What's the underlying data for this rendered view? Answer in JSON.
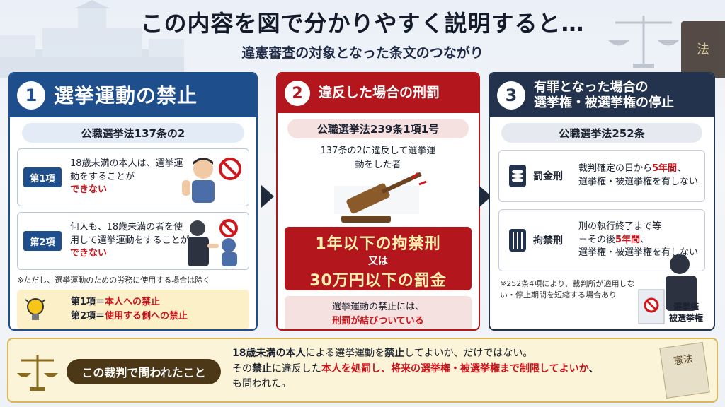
{
  "header": {
    "title": "この内容を図で分かりやすく説明すると…",
    "subtitle": "違憲審査の対象となった条文のつながり",
    "book_label": "法"
  },
  "panel1": {
    "number": "1",
    "title": "選挙運動の禁止",
    "law": "公職選挙法137条の2",
    "clause1": {
      "tag": "第1項",
      "text": "18歳未満の本人は、選挙運動をすることが",
      "emph": "できない"
    },
    "clause2": {
      "tag": "第2項",
      "text": "何人も、18歳未満の者を使用して選挙運動をすることが",
      "emph": "できない"
    },
    "note": "※ただし、選挙運動のための労務に使用する場合は除く",
    "summary": {
      "line1_prefix": "第1項＝",
      "line1_emph": "本人への禁止",
      "line2_prefix": "第2項＝",
      "line2_emph": "使用する側への禁止"
    }
  },
  "panel2": {
    "number": "2",
    "title": "違反した場合の刑罰",
    "law": "公職選挙法239条1項1号",
    "desc": "137条の2に違反して選挙運動をした者",
    "penalty1": "1年以下の拘禁刑",
    "penalty_or": "又は",
    "penalty2": "30万円以下の罰金",
    "bottom1": "選挙運動の禁止には、",
    "bottom2": "刑罰が結びついている"
  },
  "panel3": {
    "number": "3",
    "title_line1": "有罪となった場合の",
    "title_line2": "選挙権・被選挙権の停止",
    "law": "公職選挙法252条",
    "row1": {
      "label": "罰金刑",
      "text1_prefix": "裁判確定の日から",
      "text1_emph": "5年間",
      "text1_suffix": "、",
      "text2": "選挙権・被選挙権を有しない"
    },
    "row2": {
      "label": "拘禁刑",
      "text1": "刑の執行終了まで等",
      "text2_prefix": "＋その後",
      "text2_emph": "5年間",
      "text2_suffix": "、",
      "text3": "選挙権・被選挙権を有しない"
    },
    "note": "※252条4項により、裁判所が適用しない・停止期間を短縮する場合あり",
    "officer_label1": "選挙権",
    "officer_label2": "被選挙権"
  },
  "footer": {
    "tag": "この裁判で問われたこと",
    "line1_a": "18歳未満の本人",
    "line1_b": "による選挙運動を",
    "line1_c": "禁止",
    "line1_d": "してよいか、だけではない。",
    "line2_a": "その",
    "line2_b": "禁止",
    "line2_c": "に違反した",
    "line2_d": "本人を処罰し、将来の選挙権・被選挙権まで制限してよいか",
    "line2_e": "、",
    "line3": "も問われた。",
    "doc_label": "憲法"
  },
  "colors": {
    "blue": "#1f4e8c",
    "red": "#b3161c",
    "navy": "#23324d",
    "gold": "#d7b75a"
  }
}
